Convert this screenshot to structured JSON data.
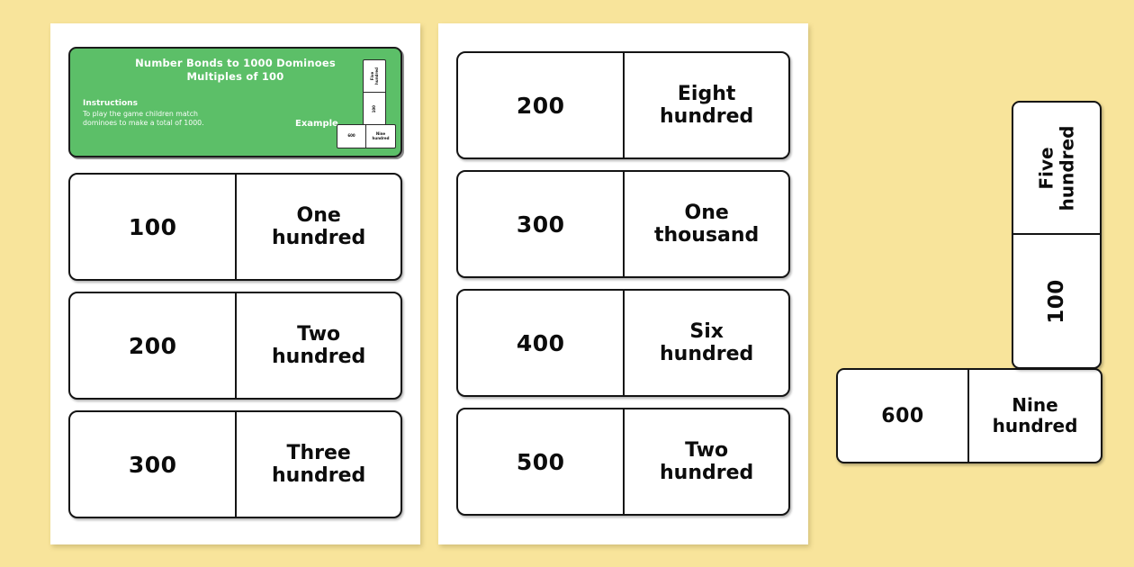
{
  "background_color": "#F8E49B",
  "header": {
    "accent_color": "#5CBF68",
    "title_line1": "Number Bonds to 1000 Dominoes",
    "title_line2": "Multiples of 100",
    "instructions_heading": "Instructions",
    "instructions_line1": "To play the game children match",
    "instructions_line2": "dominoes to make a total of 1000.",
    "example_label": "Example",
    "example_domino": {
      "vertical_top_word1": "Five",
      "vertical_top_word2": "hundred",
      "vertical_bottom_number": "100",
      "horizontal_left_number": "600",
      "horizontal_right_word1": "Nine",
      "horizontal_right_word2": "hundred"
    }
  },
  "pages": [
    {
      "name": "page-one",
      "dominoes": [
        {
          "number": "100",
          "word_line1": "One",
          "word_line2": "hundred"
        },
        {
          "number": "200",
          "word_line1": "Two",
          "word_line2": "hundred"
        },
        {
          "number": "300",
          "word_line1": "Three",
          "word_line2": "hundred"
        }
      ]
    },
    {
      "name": "page-two",
      "dominoes": [
        {
          "number": "200",
          "word_line1": "Eight",
          "word_line2": "hundred"
        },
        {
          "number": "300",
          "word_line1": "One",
          "word_line2": "thousand"
        },
        {
          "number": "400",
          "word_line1": "Six",
          "word_line2": "hundred"
        },
        {
          "number": "500",
          "word_line1": "Two",
          "word_line2": "hundred"
        }
      ]
    }
  ],
  "loose_group": {
    "vertical_domino": {
      "top_word_line1": "Five",
      "top_word_line2": "hundred",
      "bottom_number": "100"
    },
    "horizontal_domino": {
      "number": "600",
      "word_line1": "Nine",
      "word_line2": "hundred"
    }
  }
}
